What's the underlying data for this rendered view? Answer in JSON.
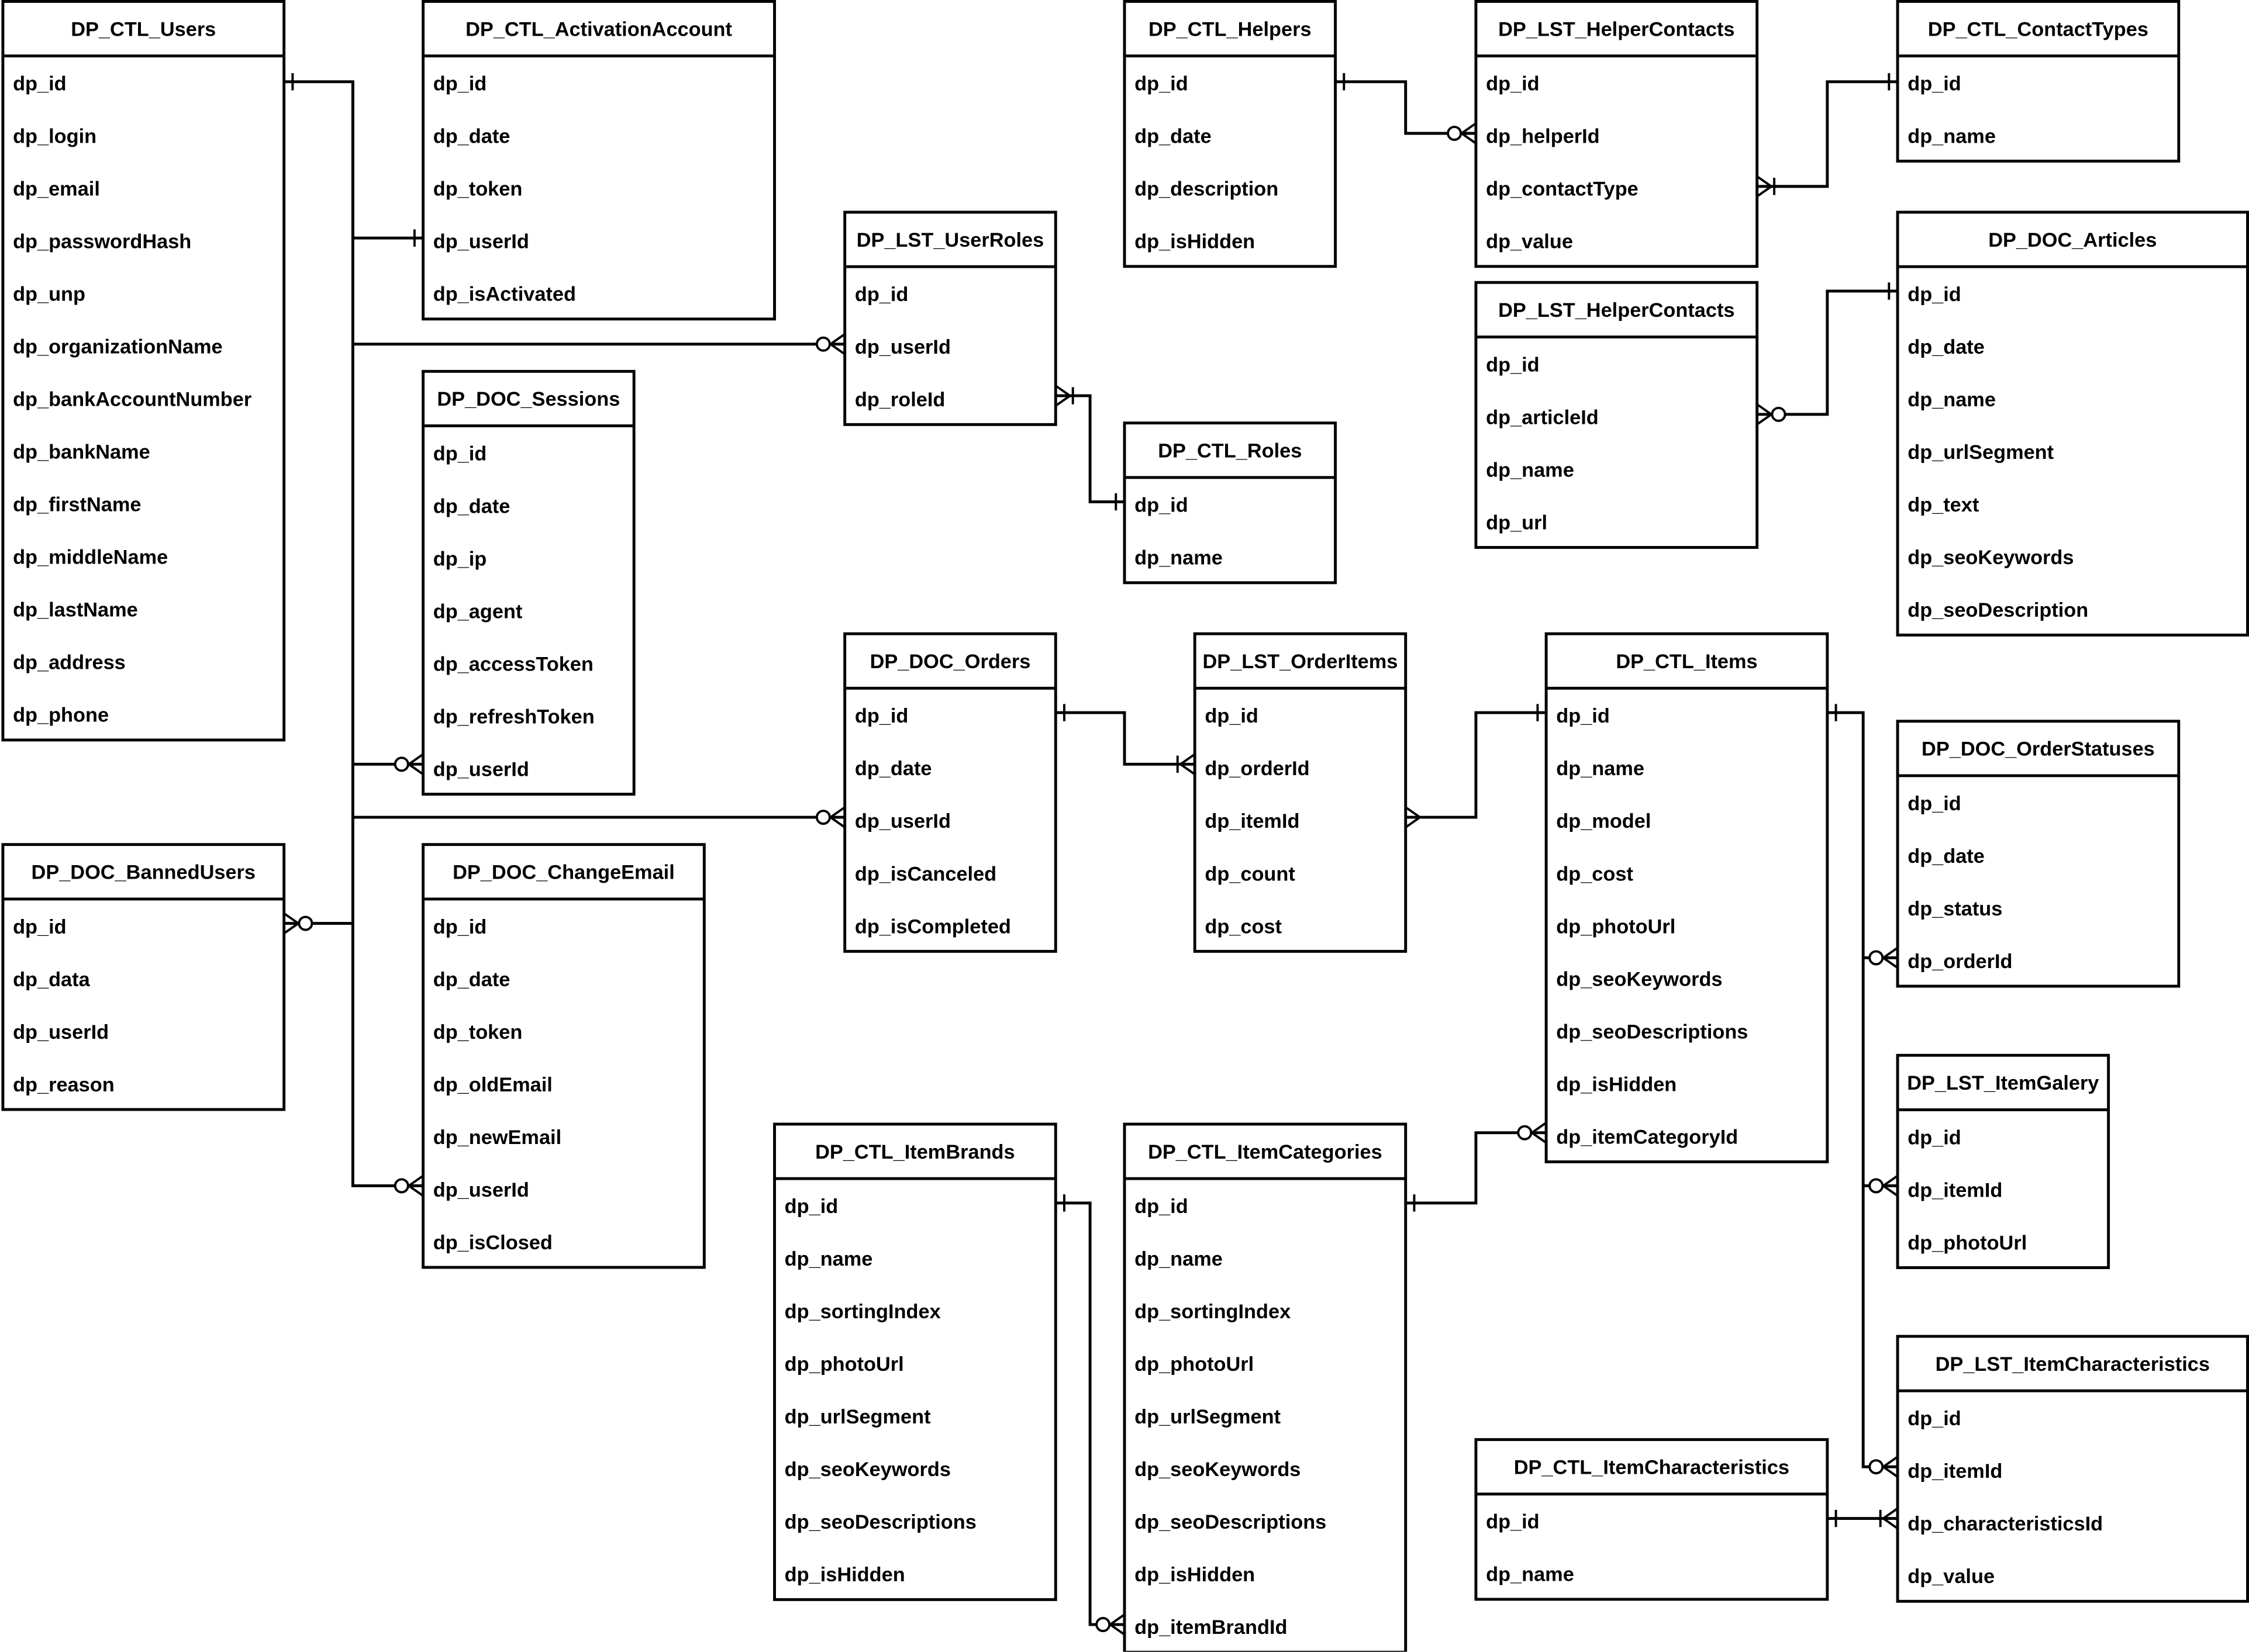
{
  "tables": [
    {
      "name": "DP_CTL_Users",
      "fields": [
        "dp_id",
        "dp_login",
        "dp_email",
        "dp_passwordHash",
        "dp_unp",
        "dp_organizationName",
        "dp_bankAccountNumber",
        "dp_bankName",
        "dp_firstName",
        "dp_middleName",
        "dp_lastName",
        "dp_address",
        "dp_phone"
      ]
    },
    {
      "name": "DP_CTL_ActivationAccount",
      "fields": [
        "dp_id",
        "dp_date",
        "dp_token",
        "dp_userId",
        "dp_isActivated"
      ]
    },
    {
      "name": "DP_DOC_Sessions",
      "fields": [
        "dp_id",
        "dp_date",
        "dp_ip",
        "dp_agent",
        "dp_accessToken",
        "dp_refreshToken",
        "dp_userId"
      ]
    },
    {
      "name": "DP_DOC_BannedUsers",
      "fields": [
        "dp_id",
        "dp_data",
        "dp_userId",
        "dp_reason"
      ]
    },
    {
      "name": "DP_DOC_ChangeEmail",
      "fields": [
        "dp_id",
        "dp_date",
        "dp_token",
        "dp_oldEmail",
        "dp_newEmail",
        "dp_userId",
        "dp_isClosed"
      ]
    },
    {
      "name": "DP_LST_UserRoles",
      "fields": [
        "dp_id",
        "dp_userId",
        "dp_roleId"
      ]
    },
    {
      "name": "DP_CTL_Roles",
      "fields": [
        "dp_id",
        "dp_name"
      ]
    },
    {
      "name": "DP_CTL_Helpers",
      "fields": [
        "dp_id",
        "dp_date",
        "dp_description",
        "dp_isHidden"
      ]
    },
    {
      "name": "DP_LST_HelperContacts",
      "fields": [
        "dp_id",
        "dp_helperId",
        "dp_contactType",
        "dp_value"
      ]
    },
    {
      "name": "DP_CTL_ContactTypes",
      "fields": [
        "dp_id",
        "dp_name"
      ]
    },
    {
      "name": "DP_LST_HelperContacts",
      "fields": [
        "dp_id",
        "dp_articleId",
        "dp_name",
        "dp_url"
      ]
    },
    {
      "name": "DP_DOC_Articles",
      "fields": [
        "dp_id",
        "dp_date",
        "dp_name",
        "dp_urlSegment",
        "dp_text",
        "dp_seoKeywords",
        "dp_seoDescription"
      ]
    },
    {
      "name": "DP_DOC_Orders",
      "fields": [
        "dp_id",
        "dp_date",
        "dp_userId",
        "dp_isCanceled",
        "dp_isCompleted"
      ]
    },
    {
      "name": "DP_LST_OrderItems",
      "fields": [
        "dp_id",
        "dp_orderId",
        "dp_itemId",
        "dp_count",
        "dp_cost"
      ]
    },
    {
      "name": "DP_CTL_Items",
      "fields": [
        "dp_id",
        "dp_name",
        "dp_model",
        "dp_cost",
        "dp_photoUrl",
        "dp_seoKeywords",
        "dp_seoDescriptions",
        "dp_isHidden",
        "dp_itemCategoryId"
      ]
    },
    {
      "name": "DP_DOC_OrderStatuses",
      "fields": [
        "dp_id",
        "dp_date",
        "dp_status",
        "dp_orderId"
      ]
    },
    {
      "name": "DP_LST_ItemGalery",
      "fields": [
        "dp_id",
        "dp_itemId",
        "dp_photoUrl"
      ]
    },
    {
      "name": "DP_LST_ItemCharacteristics",
      "fields": [
        "dp_id",
        "dp_itemId",
        "dp_characteristicsId",
        "dp_value"
      ]
    },
    {
      "name": "DP_CTL_ItemCharacteristics",
      "fields": [
        "dp_id",
        "dp_name"
      ]
    },
    {
      "name": "DP_CTL_ItemBrands",
      "fields": [
        "dp_id",
        "dp_name",
        "dp_sortingIndex",
        "dp_photoUrl",
        "dp_urlSegment",
        "dp_seoKeywords",
        "dp_seoDescriptions",
        "dp_isHidden"
      ]
    },
    {
      "name": "DP_CTL_ItemCategories",
      "fields": [
        "dp_id",
        "dp_name",
        "dp_sortingIndex",
        "dp_photoUrl",
        "dp_urlSegment",
        "dp_seoKeywords",
        "dp_seoDescriptions",
        "dp_isHidden",
        "dp_itemBrandId"
      ]
    }
  ],
  "relationships": [
    {
      "from": "DP_CTL_Users.dp_id",
      "from_card": "one",
      "to": "DP_CTL_ActivationAccount.dp_userId",
      "to_card": "one"
    },
    {
      "from": "DP_CTL_Users.dp_id",
      "from_card": "one",
      "to": "DP_LST_UserRoles.dp_userId",
      "to_card": "zero-or-many"
    },
    {
      "from": "DP_CTL_Users.dp_id",
      "from_card": "one",
      "to": "DP_DOC_Sessions.dp_userId",
      "to_card": "zero-or-many"
    },
    {
      "from": "DP_CTL_Users.dp_id",
      "from_card": "one",
      "to": "DP_DOC_Orders.dp_userId",
      "to_card": "zero-or-many"
    },
    {
      "from": "DP_CTL_Users.dp_id",
      "from_card": "one",
      "to": "DP_DOC_ChangeEmail.dp_userId",
      "to_card": "zero-or-many"
    },
    {
      "from": "DP_CTL_Users.dp_id",
      "from_card": "one",
      "to": "DP_DOC_BannedUsers.dp_id",
      "to_card": "zero-or-many"
    },
    {
      "from": "DP_CTL_Roles.dp_id",
      "from_card": "one",
      "to": "DP_LST_UserRoles.dp_roleId",
      "to_card": "one-or-many"
    },
    {
      "from": "DP_CTL_Helpers.dp_id",
      "from_card": "one",
      "to": "DP_LST_HelperContacts.dp_helperId",
      "to_card": "zero-or-many"
    },
    {
      "from": "DP_CTL_ContactTypes.dp_id",
      "from_card": "one",
      "to": "DP_LST_HelperContacts.dp_contactType",
      "to_card": "one-or-many"
    },
    {
      "from": "DP_DOC_Articles.dp_id",
      "from_card": "one",
      "to": "DP_LST_HelperContacts.dp_articleId",
      "to_card": "zero-or-many"
    },
    {
      "from": "DP_DOC_Orders.dp_id",
      "from_card": "one",
      "to": "DP_LST_OrderItems.dp_orderId",
      "to_card": "one-or-many"
    },
    {
      "from": "DP_CTL_Items.dp_id",
      "from_card": "one",
      "to": "DP_LST_OrderItems.dp_itemId",
      "to_card": "many"
    },
    {
      "from": "DP_CTL_Items.dp_id",
      "from_card": "one",
      "to": "DP_DOC_OrderStatuses.dp_orderId",
      "to_card": "zero-or-many"
    },
    {
      "from": "DP_CTL_Items.dp_id",
      "from_card": "one",
      "to": "DP_LST_ItemGalery.dp_itemId",
      "to_card": "zero-or-many"
    },
    {
      "from": "DP_CTL_Items.dp_id",
      "from_card": "one",
      "to": "DP_LST_ItemCharacteristics.dp_itemId",
      "to_card": "zero-or-many"
    },
    {
      "from": "DP_CTL_ItemCharacteristics.dp_id",
      "from_card": "one",
      "to": "DP_LST_ItemCharacteristics.dp_characteristicsId",
      "to_card": "one-or-many"
    },
    {
      "from": "DP_CTL_ItemCategories.dp_id",
      "from_card": "one",
      "to": "DP_CTL_Items.dp_itemCategoryId",
      "to_card": "zero-or-many"
    },
    {
      "from": "DP_CTL_ItemBrands.dp_id",
      "from_card": "one",
      "to": "DP_CTL_ItemCategories.dp_itemBrandId",
      "to_card": "zero-or-many"
    }
  ]
}
